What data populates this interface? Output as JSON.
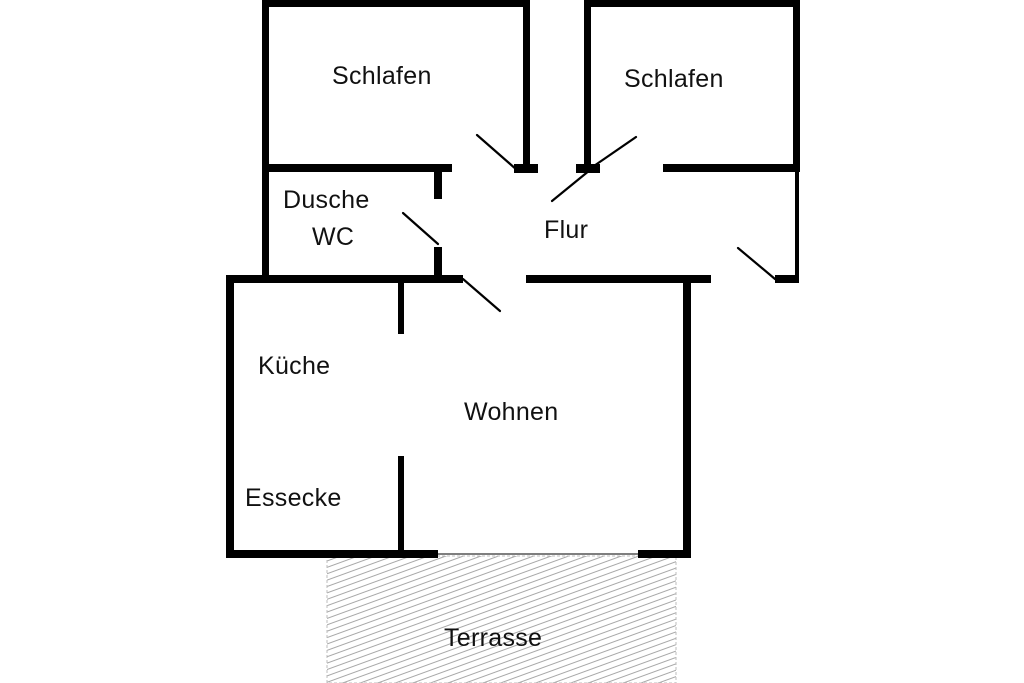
{
  "rooms": {
    "schlafen_left": "Schlafen",
    "schlafen_right": "Schlafen",
    "dusche": "Dusche",
    "wc": "WC",
    "flur": "Flur",
    "kueche": "Küche",
    "wohnen": "Wohnen",
    "essecke": "Essecke",
    "terrasse": "Terrasse"
  },
  "colors": {
    "wall": "#000000",
    "terrace_hatch": "#9a9a9a",
    "background": "#ffffff"
  }
}
